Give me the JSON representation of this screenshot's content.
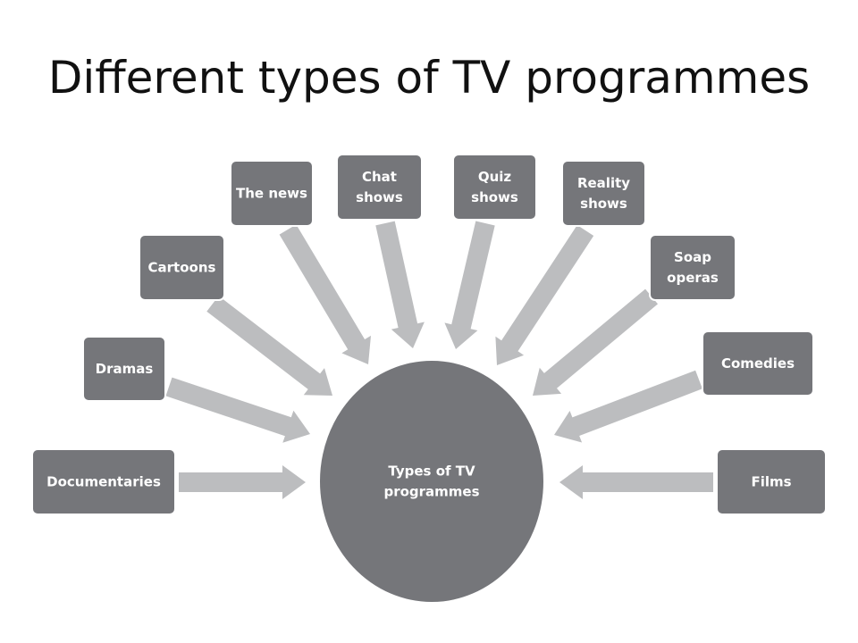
{
  "title": "Different types of TV programmes",
  "center": {
    "lines": [
      "Types of TV",
      "programmes"
    ]
  },
  "types": [
    {
      "id": "documentaries",
      "lines": [
        "Documentaries"
      ]
    },
    {
      "id": "dramas",
      "lines": [
        "Dramas"
      ]
    },
    {
      "id": "cartoons",
      "lines": [
        "Cartoons"
      ]
    },
    {
      "id": "the-news",
      "lines": [
        "The news"
      ]
    },
    {
      "id": "chat-shows",
      "lines": [
        "Chat",
        "shows"
      ]
    },
    {
      "id": "quiz-shows",
      "lines": [
        "Quiz",
        "shows"
      ]
    },
    {
      "id": "reality-shows",
      "lines": [
        "Reality",
        "shows"
      ]
    },
    {
      "id": "soap-operas",
      "lines": [
        "Soap",
        "operas"
      ]
    },
    {
      "id": "comedies",
      "lines": [
        "Comedies"
      ]
    },
    {
      "id": "films",
      "lines": [
        "Films"
      ]
    }
  ],
  "colors": {
    "box_fill": "#75767a",
    "center_fill": "#75767a",
    "arrow_fill": "#bcbdbf",
    "text": "#ffffff",
    "title": "#111111"
  }
}
